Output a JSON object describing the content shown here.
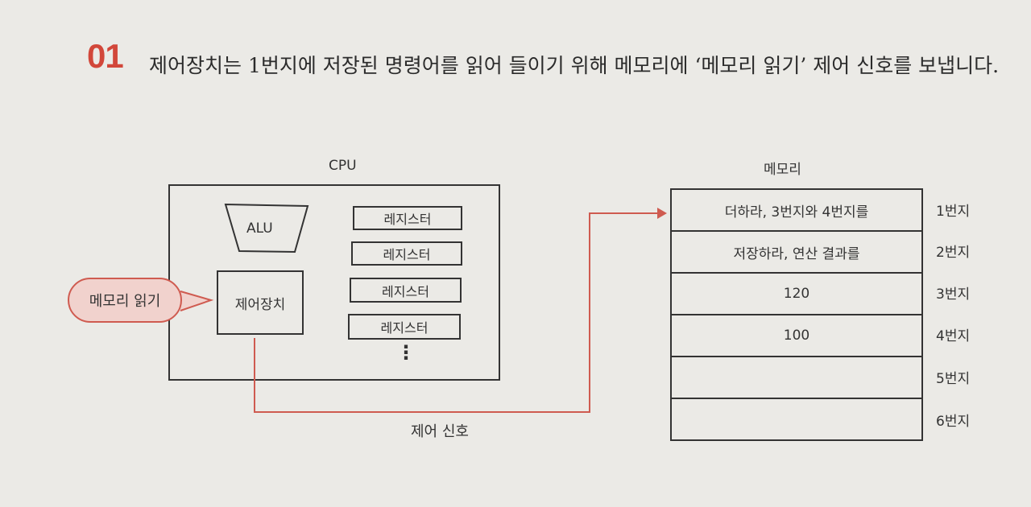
{
  "step": {
    "number": "01",
    "text": "제어장치는 1번지에 저장된 명령어를 읽어 들이기 위해 메모리에 ‘메모리 읽기’ 제어 신호를 보냅니다."
  },
  "cpu": {
    "label": "CPU",
    "alu_label": "ALU",
    "control_unit_label": "제어장치",
    "registers": [
      "레지스터",
      "레지스터",
      "레지스터",
      "레지스터"
    ],
    "more": "⋮"
  },
  "callout": {
    "text": "메모리 읽기"
  },
  "signal_label": "제어 신호",
  "memory": {
    "label": "메모리",
    "cells": [
      {
        "content": "더하라, 3번지와 4번지를",
        "address": "1번지"
      },
      {
        "content": "저장하라, 연산 결과를",
        "address": "2번지"
      },
      {
        "content": "120",
        "address": "3번지"
      },
      {
        "content": "100",
        "address": "4번지"
      },
      {
        "content": "",
        "address": "5번지"
      },
      {
        "content": "",
        "address": "6번지"
      }
    ]
  },
  "colors": {
    "accent_red": "#d2473a",
    "signal_line": "#cf5b50",
    "callout_fill": "#f1d2cd",
    "background": "#ebeae6"
  }
}
